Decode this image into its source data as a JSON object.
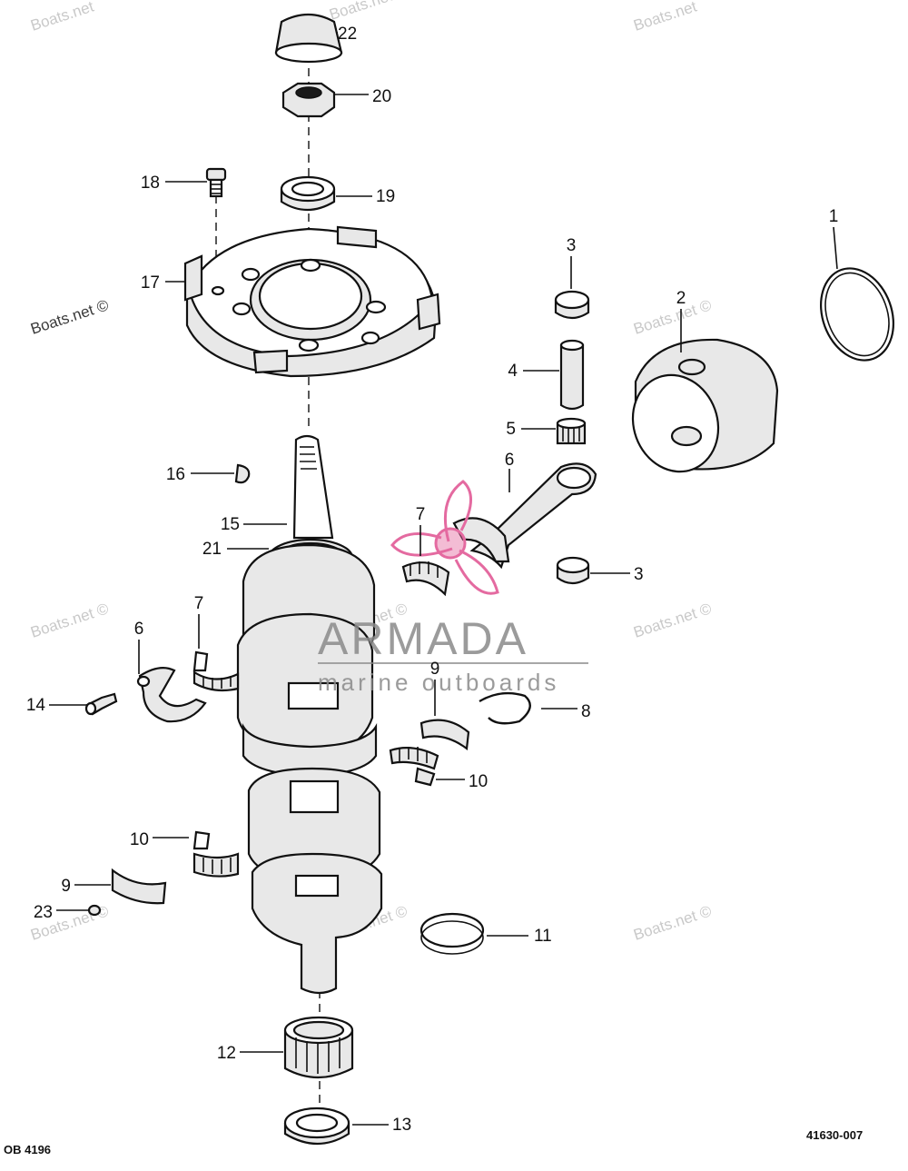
{
  "diagram": {
    "callouts": [
      "22",
      "20",
      "19",
      "18",
      "17",
      "3",
      "2",
      "1",
      "4",
      "5",
      "6",
      "16",
      "15",
      "21",
      "7",
      "3",
      "7",
      "6",
      "14",
      "9",
      "8",
      "10",
      "10",
      "9",
      "23",
      "11",
      "12",
      "13"
    ],
    "watermark_text": "Boats.net ©",
    "watermark_short": "Boats.net",
    "brand_name": "ARMADA",
    "brand_tagline": "marine outboards",
    "footer_left": "OB 4196",
    "footer_right": "41630-007",
    "colors": {
      "ink": "#111111",
      "brand_pink": "#e46aa0",
      "watermark": "#c9c9c9"
    }
  }
}
